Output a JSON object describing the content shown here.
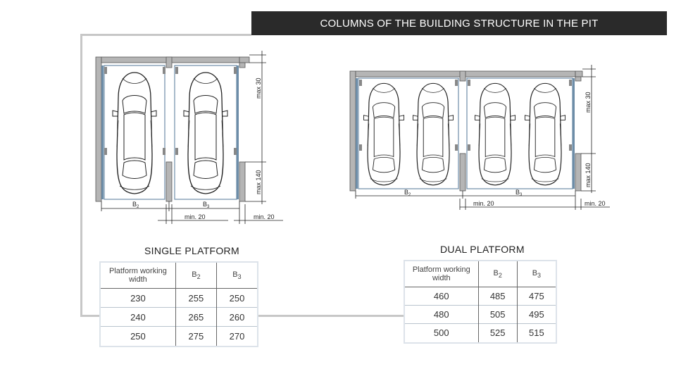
{
  "header": {
    "title": "COLUMNS OF THE BUILDING STRUCTURE IN THE PIT"
  },
  "single": {
    "title": "SINGLE PLATFORM",
    "headers": {
      "width": "Platform working width",
      "b2": "B",
      "b2_sub": "2",
      "b3": "B",
      "b3_sub": "3"
    },
    "rows": [
      {
        "width": "230",
        "b2": "255",
        "b3": "250"
      },
      {
        "width": "240",
        "b2": "265",
        "b3": "260"
      },
      {
        "width": "250",
        "b2": "275",
        "b3": "270"
      }
    ],
    "dims": {
      "max30": "max 30",
      "max140": "max 140",
      "min20a": "min. 20",
      "min20b": "min. 20",
      "b2": "B",
      "b3": "B",
      "sub2": "2",
      "sub3": "3"
    }
  },
  "dual": {
    "title": "DUAL PLATFORM",
    "headers": {
      "width": "Platform working width",
      "b2": "B",
      "b2_sub": "2",
      "b3": "B",
      "b3_sub": "3"
    },
    "rows": [
      {
        "width": "460",
        "b2": "485",
        "b3": "475"
      },
      {
        "width": "480",
        "b2": "505",
        "b3": "495"
      },
      {
        "width": "500",
        "b2": "525",
        "b3": "515"
      }
    ],
    "dims": {
      "max30": "max 30",
      "max140": "max 140",
      "min20a": "min. 20",
      "min20b": "min. 20",
      "b2": "B",
      "b3": "B",
      "sub2": "2",
      "sub3": "3"
    }
  }
}
